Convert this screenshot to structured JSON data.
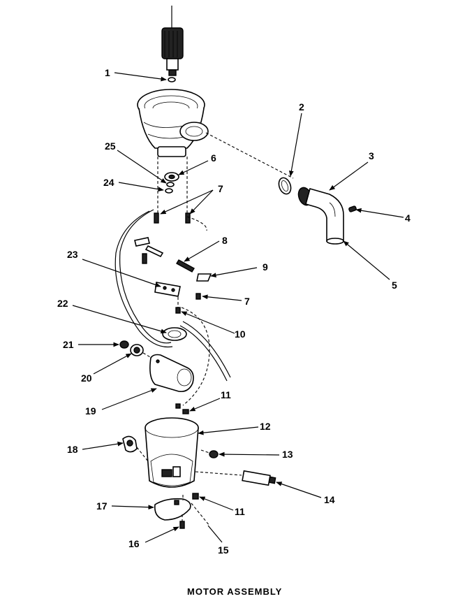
{
  "caption": "MOTOR ASSEMBLY",
  "callouts": [
    {
      "id": "c1",
      "text": "1"
    },
    {
      "id": "c2",
      "text": "2"
    },
    {
      "id": "c3",
      "text": "3"
    },
    {
      "id": "c4",
      "text": "4"
    },
    {
      "id": "c5",
      "text": "5"
    },
    {
      "id": "c6",
      "text": "6"
    },
    {
      "id": "c7a",
      "text": "7"
    },
    {
      "id": "c7b",
      "text": "7"
    },
    {
      "id": "c8",
      "text": "8"
    },
    {
      "id": "c9",
      "text": "9"
    },
    {
      "id": "c10",
      "text": "10"
    },
    {
      "id": "c11a",
      "text": "11"
    },
    {
      "id": "c11b",
      "text": "11"
    },
    {
      "id": "c12",
      "text": "12"
    },
    {
      "id": "c13",
      "text": "13"
    },
    {
      "id": "c14",
      "text": "14"
    },
    {
      "id": "c15",
      "text": "15"
    },
    {
      "id": "c16",
      "text": "16"
    },
    {
      "id": "c17",
      "text": "17"
    },
    {
      "id": "c18",
      "text": "18"
    },
    {
      "id": "c19",
      "text": "19"
    },
    {
      "id": "c20",
      "text": "20"
    },
    {
      "id": "c21",
      "text": "21"
    },
    {
      "id": "c22",
      "text": "22"
    },
    {
      "id": "c23",
      "text": "23"
    },
    {
      "id": "c24",
      "text": "24"
    },
    {
      "id": "c25",
      "text": "25"
    }
  ]
}
